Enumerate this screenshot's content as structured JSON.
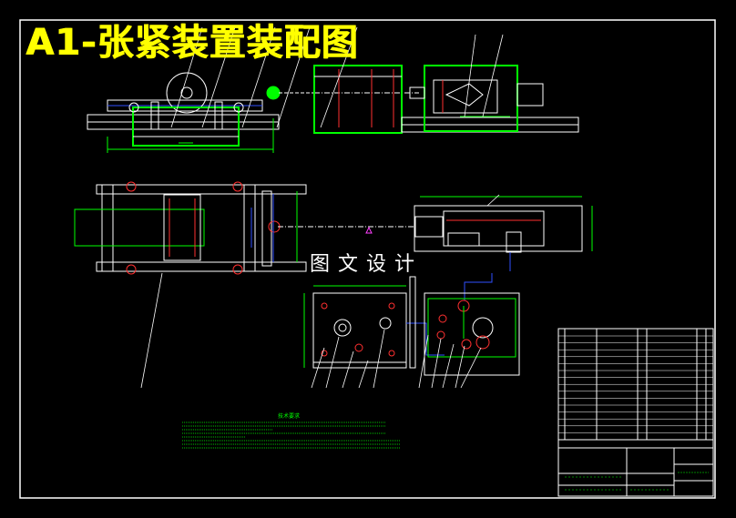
{
  "title": "A1-张紧装置装配图",
  "watermark": "图文设计",
  "technical_requirements_label": "技术要求",
  "colors": {
    "background": "#000000",
    "title": "#ffff00",
    "frame": "#ffffff",
    "accent_green": "#00ff00",
    "accent_red": "#ff3030",
    "accent_blue": "#3050ff",
    "accent_magenta": "#ff40ff"
  }
}
